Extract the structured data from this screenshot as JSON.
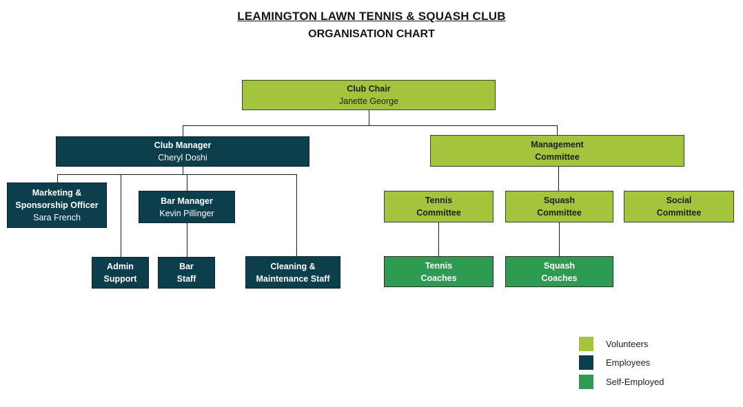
{
  "title": {
    "line1": "LEAMINGTON LAWN TENNIS & SQUASH CLUB",
    "line2": "ORGANISATION CHART"
  },
  "nodes": {
    "club_chair": {
      "role": "Club Chair",
      "person": "Janette George",
      "category": "Volunteers"
    },
    "club_manager": {
      "role": "Club Manager",
      "person": "Cheryl Doshi",
      "category": "Employees"
    },
    "management_committee": {
      "line1": "Management",
      "line2": "Committee",
      "category": "Volunteers"
    },
    "marketing_officer": {
      "line1": "Marketing &",
      "line2": "Sponsorship Officer",
      "person": "Sara French",
      "category": "Employees"
    },
    "bar_manager": {
      "role": "Bar Manager",
      "person": "Kevin Pillinger",
      "category": "Employees"
    },
    "admin_support": {
      "line1": "Admin",
      "line2": "Support",
      "category": "Employees"
    },
    "bar_staff": {
      "line1": "Bar",
      "line2": "Staff",
      "category": "Employees"
    },
    "cleaning_staff": {
      "line1": "Cleaning &",
      "line2": "Maintenance Staff",
      "category": "Employees"
    },
    "tennis_committee": {
      "line1": "Tennis",
      "line2": "Committee",
      "category": "Volunteers"
    },
    "squash_committee": {
      "line1": "Squash",
      "line2": "Committee",
      "category": "Volunteers"
    },
    "social_committee": {
      "line1": "Social",
      "line2": "Committee",
      "category": "Volunteers"
    },
    "tennis_coaches": {
      "line1": "Tennis",
      "line2": "Coaches",
      "category": "Self-Employed"
    },
    "squash_coaches": {
      "line1": "Squash",
      "line2": "Coaches",
      "category": "Self-Employed"
    }
  },
  "legend": {
    "items": [
      {
        "label": "Volunteers",
        "color": "#a3c43c"
      },
      {
        "label": "Employees",
        "color": "#0c3e4c"
      },
      {
        "label": "Self-Employed",
        "color": "#2e9b53"
      }
    ]
  },
  "colors": {
    "volunteers": "#a3c43c",
    "employees": "#0c3e4c",
    "self_employed": "#2e9b53",
    "connector": "#1a1a1a"
  }
}
